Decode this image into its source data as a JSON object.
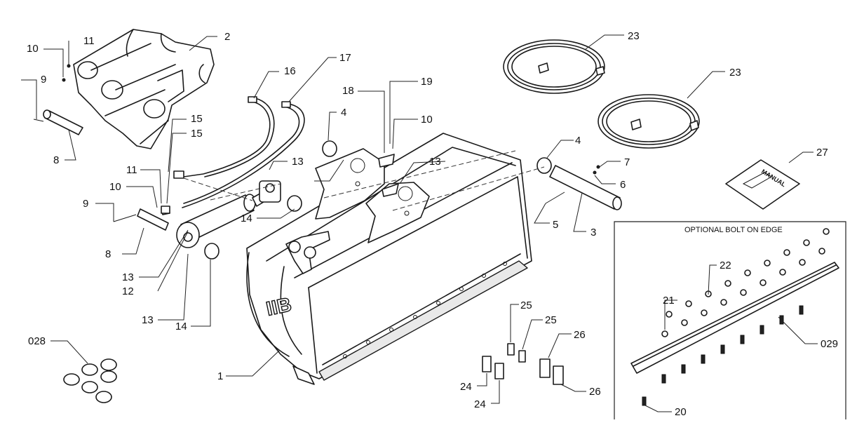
{
  "diagram": {
    "optional_box_title": "OPTIONAL BOLT ON EDGE",
    "manual_label": "MANUAL",
    "bucket_logo": "IIB",
    "callouts": [
      {
        "id": "c2",
        "text": "2"
      },
      {
        "id": "c11a",
        "text": "11"
      },
      {
        "id": "c10a",
        "text": "10"
      },
      {
        "id": "c9a",
        "text": "9"
      },
      {
        "id": "c8a",
        "text": "8"
      },
      {
        "id": "c16",
        "text": "16"
      },
      {
        "id": "c17",
        "text": "17"
      },
      {
        "id": "c15a",
        "text": "15"
      },
      {
        "id": "c15b",
        "text": "15"
      },
      {
        "id": "c11b",
        "text": "11"
      },
      {
        "id": "c10b",
        "text": "10"
      },
      {
        "id": "c9b",
        "text": "9"
      },
      {
        "id": "c8b",
        "text": "8"
      },
      {
        "id": "c13a",
        "text": "13"
      },
      {
        "id": "c12",
        "text": "12"
      },
      {
        "id": "c13b",
        "text": "13"
      },
      {
        "id": "c14a",
        "text": "14"
      },
      {
        "id": "c13c",
        "text": "13"
      },
      {
        "id": "c14b",
        "text": "14"
      },
      {
        "id": "c13d",
        "text": "13"
      },
      {
        "id": "c4a",
        "text": "4"
      },
      {
        "id": "c18",
        "text": "18"
      },
      {
        "id": "c19",
        "text": "19"
      },
      {
        "id": "c10c",
        "text": "10"
      },
      {
        "id": "c13e",
        "text": "13"
      },
      {
        "id": "c23a",
        "text": "23"
      },
      {
        "id": "c23b",
        "text": "23"
      },
      {
        "id": "c4b",
        "text": "4"
      },
      {
        "id": "c7",
        "text": "7"
      },
      {
        "id": "c6",
        "text": "6"
      },
      {
        "id": "c5",
        "text": "5"
      },
      {
        "id": "c3",
        "text": "3"
      },
      {
        "id": "c27",
        "text": "27"
      },
      {
        "id": "c1",
        "text": "1"
      },
      {
        "id": "c028",
        "text": "028"
      },
      {
        "id": "c25a",
        "text": "25"
      },
      {
        "id": "c25b",
        "text": "25"
      },
      {
        "id": "c26a",
        "text": "26"
      },
      {
        "id": "c24a",
        "text": "24"
      },
      {
        "id": "c24b",
        "text": "24"
      },
      {
        "id": "c26b",
        "text": "26"
      },
      {
        "id": "c22",
        "text": "22"
      },
      {
        "id": "c21",
        "text": "21"
      },
      {
        "id": "c029",
        "text": "029"
      },
      {
        "id": "c20",
        "text": "20"
      }
    ]
  }
}
